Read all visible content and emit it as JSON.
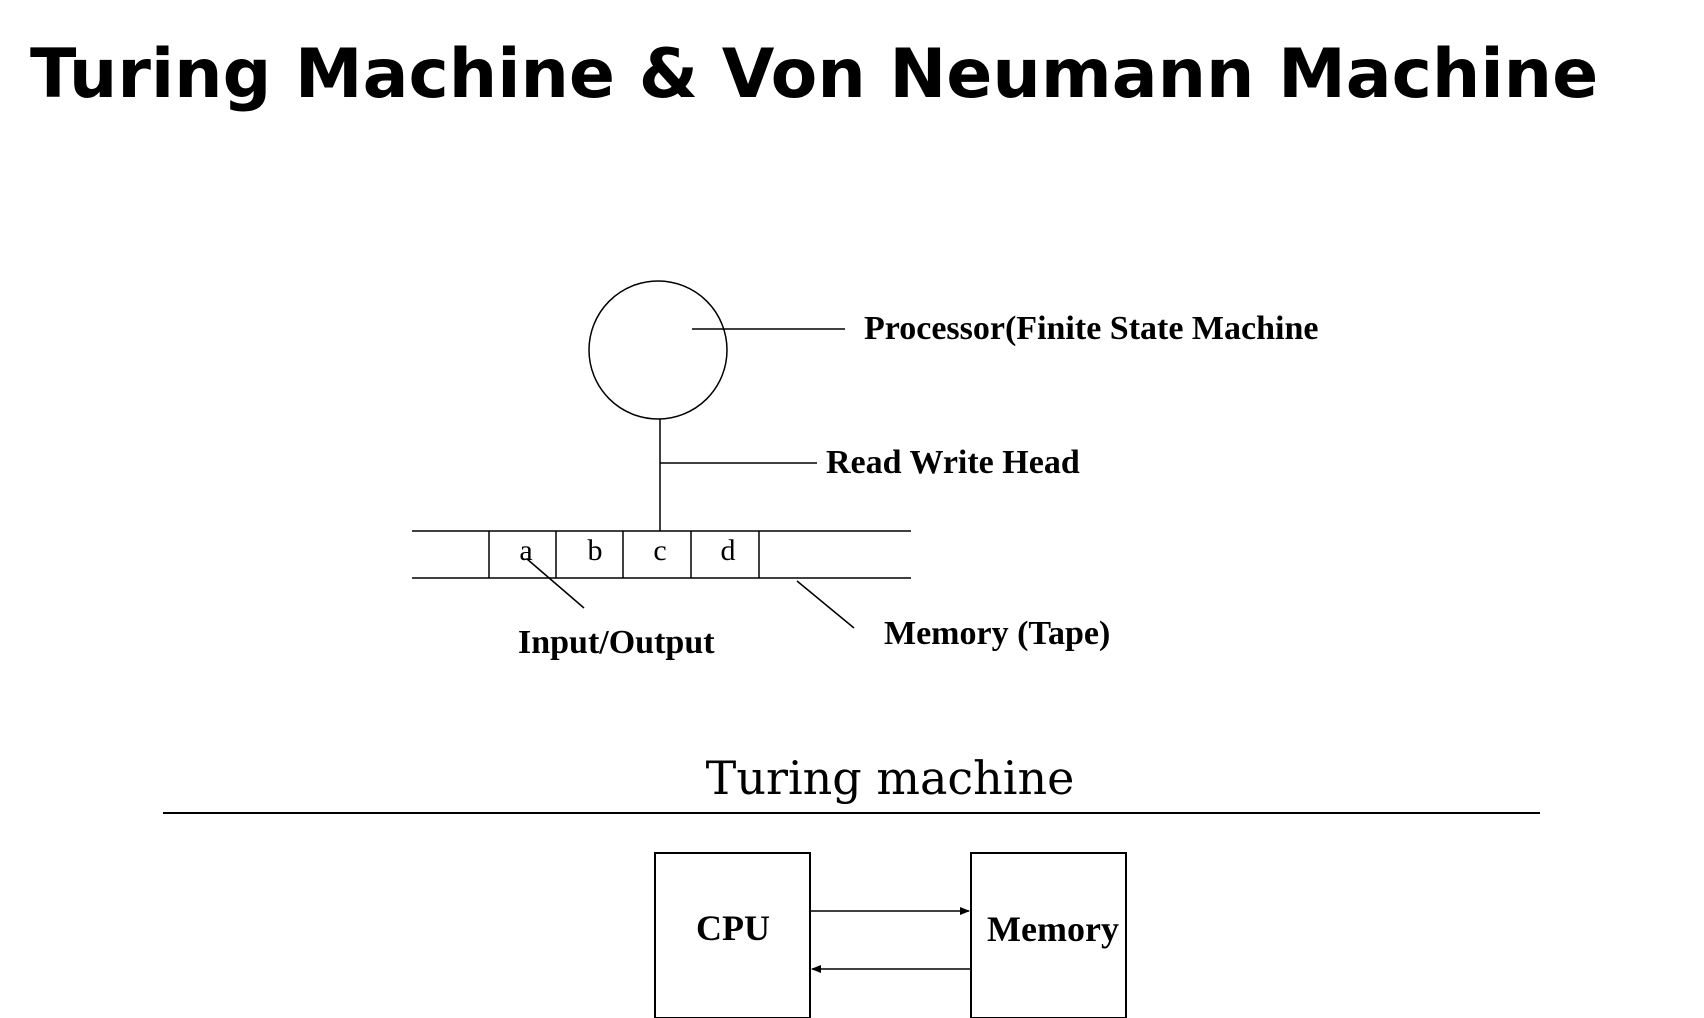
{
  "title": "Turing Machine & Von Neumann Machine",
  "turing_machine": {
    "processor_label": "Processor(Finite State Machine",
    "head_label": "Read Write Head",
    "tape_cells": [
      "a",
      "b",
      "c",
      "d"
    ],
    "io_label": "Input/Output",
    "memory_label": "Memory (Tape)",
    "caption": "Turing machine"
  },
  "von_neumann": {
    "cpu_label": "CPU",
    "memory_label": "Memory"
  },
  "colors": {
    "ink": "#000000",
    "background": "#ffffff"
  }
}
